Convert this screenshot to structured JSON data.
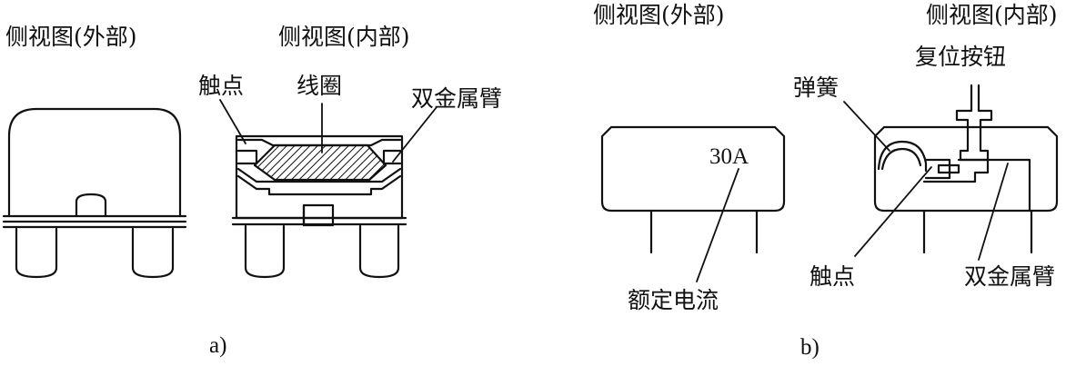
{
  "panel_a": {
    "view_outer": "侧视图(外部)",
    "view_inner": "侧视图(内部)",
    "contact": "触点",
    "coil": "线圈",
    "bimetal": "双金属臂",
    "caption": "a)"
  },
  "panel_b": {
    "view_outer": "侧视图(外部)",
    "view_inner": "侧视图(内部)",
    "reset_button": "复位按钮",
    "spring": "弹簧",
    "rating": "30A",
    "rated_current": "额定电流",
    "contact": "触点",
    "bimetal": "双金属臂",
    "caption": "b)"
  }
}
